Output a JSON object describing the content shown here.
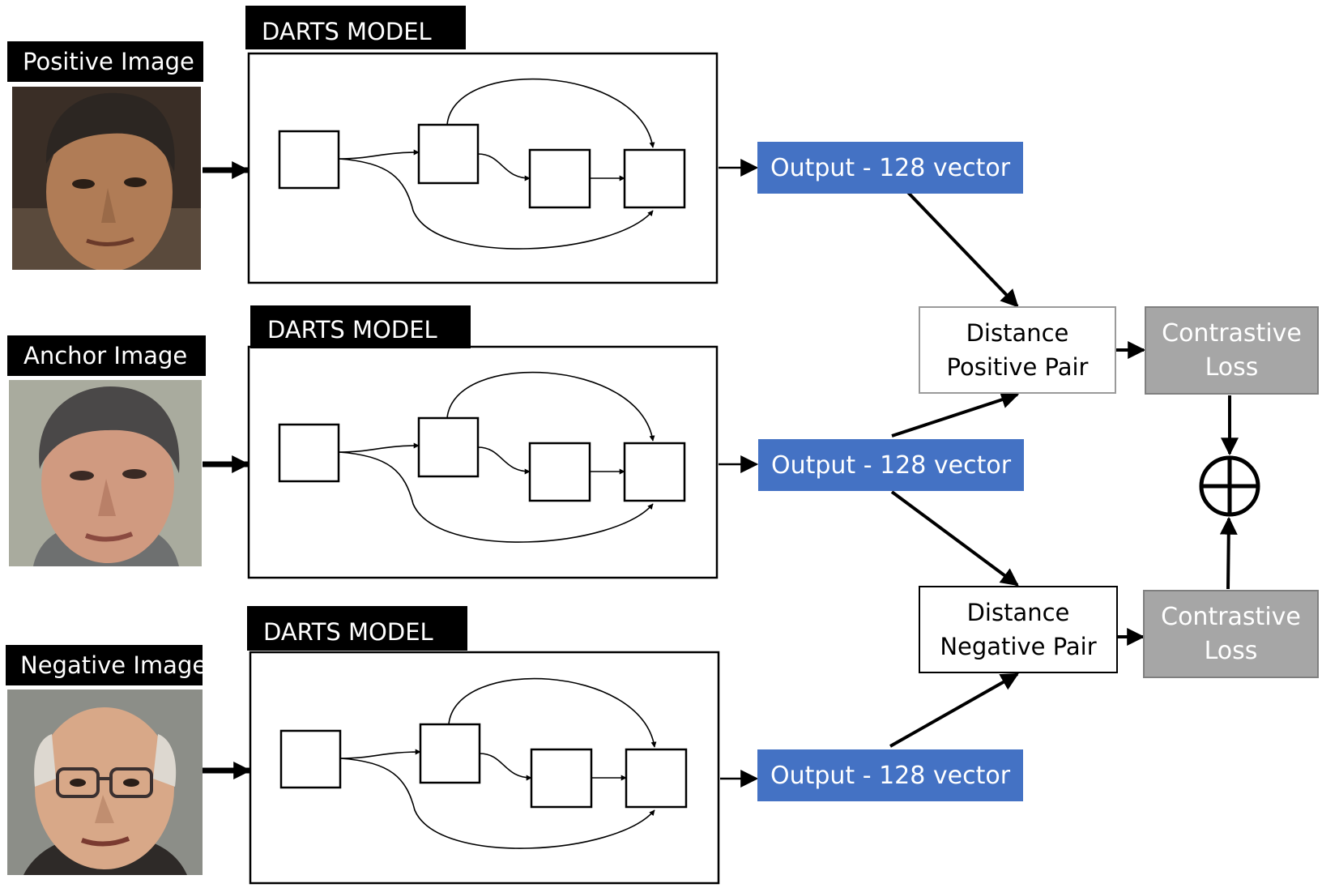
{
  "branches": [
    {
      "image_label": "Positive Image",
      "model_label": "DARTS MODEL",
      "output_label": "Output - 128 vector"
    },
    {
      "image_label": "Anchor Image",
      "model_label": "DARTS MODEL",
      "output_label": "Output - 128 vector"
    },
    {
      "image_label": "Negative Image",
      "model_label": "DARTS MODEL",
      "output_label": "Output - 128 vector"
    }
  ],
  "distance_positive": {
    "line1": "Distance",
    "line2": "Positive Pair"
  },
  "distance_negative": {
    "line1": "Distance",
    "line2": "Negative Pair"
  },
  "loss_top": {
    "line1": "Contrastive",
    "line2": "Loss"
  },
  "loss_bottom": {
    "line1": "Contrastive",
    "line2": "Loss"
  },
  "combine_symbol": "plus-circle",
  "colors": {
    "output": "#4472c4",
    "loss": "#a6a6a6"
  }
}
